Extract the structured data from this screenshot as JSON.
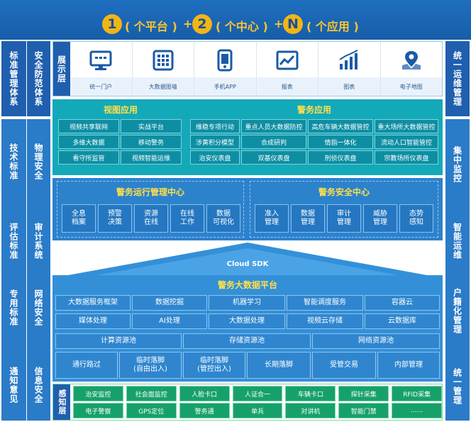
{
  "header": {
    "n1": "1",
    "t1": "( 个平台 )",
    "plus1": "+",
    "n2": "2",
    "t2": "( 个中心 )",
    "plus2": "+",
    "n3": "N",
    "t3": "( 个应用 )"
  },
  "left_cols": {
    "standard_title": "标准管理体系",
    "security_title": "安全防范体系",
    "standards": [
      "技术标准",
      "评估标准",
      "专用标准",
      "通知意见"
    ],
    "securities": [
      "物理安全",
      "审计系统",
      "网络安全",
      "信息安全"
    ]
  },
  "right_col": {
    "title": "统一运维管理",
    "items": [
      "集中监控",
      "智能运维",
      "户籍化管理",
      "统一管理"
    ]
  },
  "display_layer": {
    "label": "展示层",
    "items": [
      {
        "label": "统一门户",
        "icon": "monitor-icon"
      },
      {
        "label": "大数据图墙",
        "icon": "grid-icon"
      },
      {
        "label": "手机APP",
        "icon": "phone-icon"
      },
      {
        "label": "报表",
        "icon": "report-icon"
      },
      {
        "label": "图表",
        "icon": "bar-chart-icon"
      },
      {
        "label": "电子地图",
        "icon": "map-icon"
      }
    ]
  },
  "view_apps": {
    "title": "视图应用",
    "items": [
      "视频共享联网",
      "实战平台",
      "多维大数据",
      "移动警务",
      "看守所监管",
      "视频智能运维"
    ]
  },
  "police_apps": {
    "title": "警务应用",
    "items": [
      "维稳专项行动",
      "重点人员大数据防控",
      "高危车辆大数据管控",
      "重大场所大数据管控",
      "涉黄积分模型",
      "合成研判",
      "情指一体化",
      "流动人口智能管控",
      "治安仪表盘",
      "双基仪表盘",
      "刑侦仪表盘",
      "宗教场所仪表盘"
    ]
  },
  "ops_center": {
    "title": "警务运行管理中心",
    "items": [
      "全息\n档案",
      "预警\n决策",
      "资源\n在线",
      "在线\n工作",
      "数据\n可视化"
    ]
  },
  "sec_center": {
    "title": "警务安全中心",
    "items": [
      "准入\n管理",
      "数据\n管理",
      "审计\n管理",
      "威胁\n管理",
      "态势\n感知"
    ]
  },
  "platform": {
    "sdk": "Cloud SDK",
    "title": "警务大数据平台",
    "row1": [
      "大数据服务框架",
      "数据挖掘",
      "机器学习",
      "智能调度服务",
      "容器云"
    ],
    "row2": [
      "媒体处理",
      "AI处理",
      "大数据处理",
      "视频云存储",
      "云数据库"
    ],
    "row3": [
      "计算资源池",
      "存储资源池",
      "网络资源池"
    ],
    "row4": [
      "通行路过",
      "临时落脚\n(自由出入)",
      "临时落脚\n(管控出入)",
      "长期落脚",
      "受管交易",
      "内部管理"
    ]
  },
  "sense_layer": {
    "label": "感知层",
    "row1": [
      "治安监控",
      "社会面监控",
      "人脸卡口",
      "人证合一",
      "车辆卡口",
      "探针采集",
      "RFID采集"
    ],
    "row2": [
      "电子警察",
      "GPS定位",
      "警务通",
      "单兵",
      "对讲机",
      "智能门禁",
      "......"
    ]
  },
  "colors": {
    "header": "#1f6fc0",
    "accent_yellow": "#f7c435",
    "teal": "#14a9b8",
    "blue": "#2d82cc",
    "green": "#17a16a",
    "side": "#1f5fae"
  }
}
